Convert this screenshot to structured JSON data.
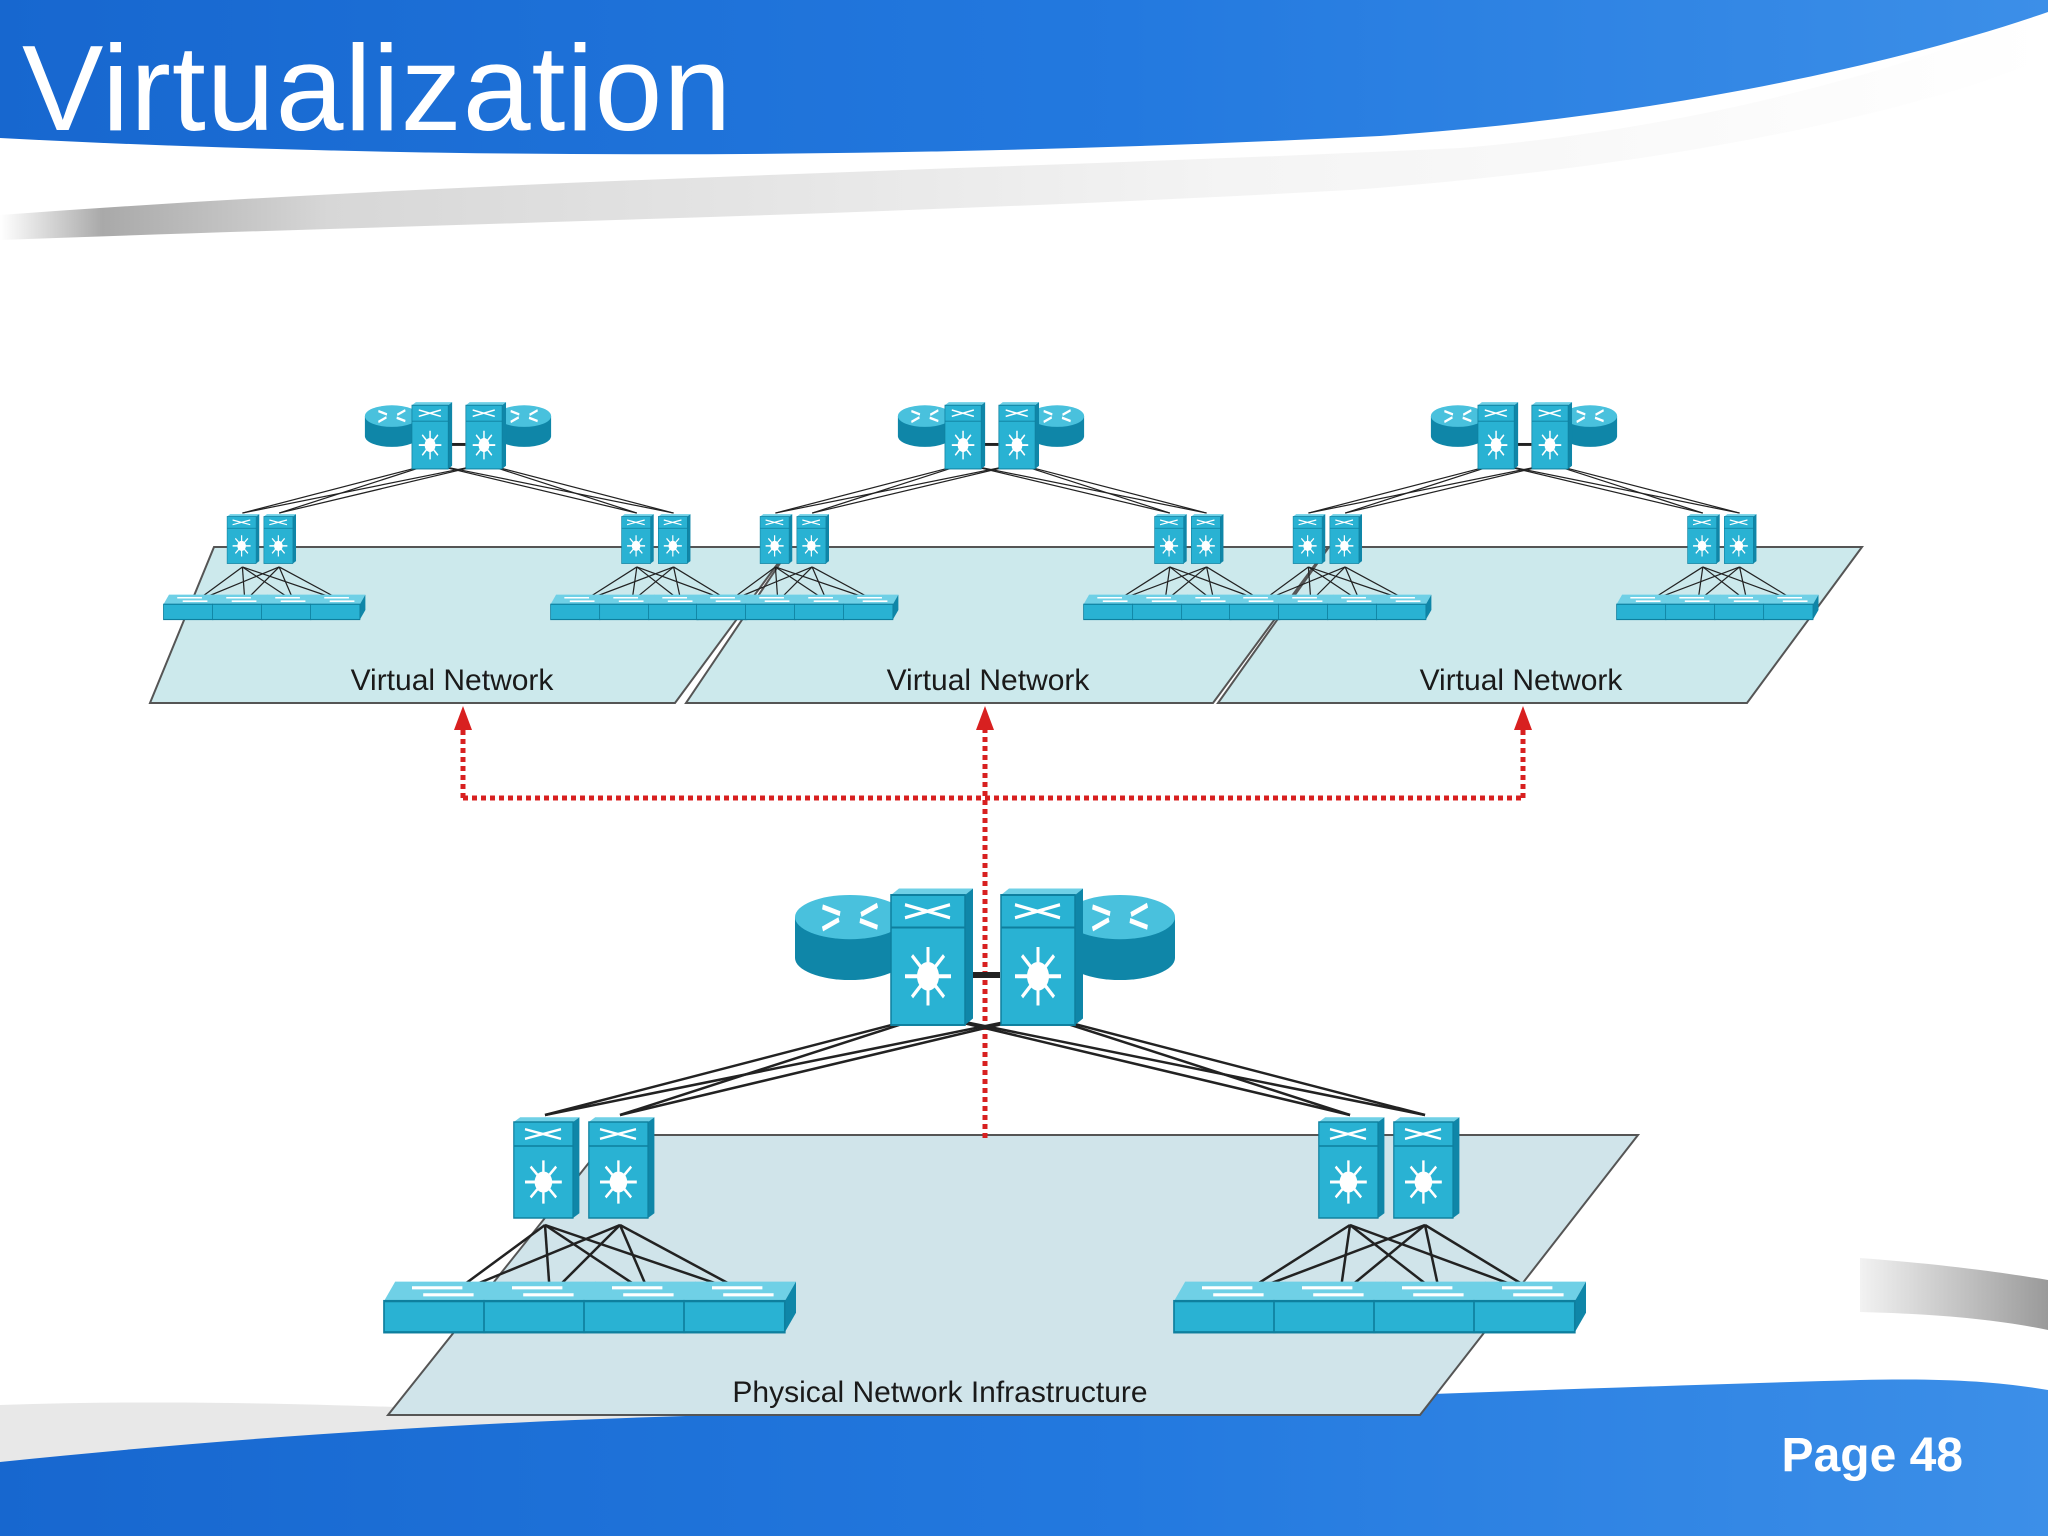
{
  "slide": {
    "title": "Virtualization",
    "page_number": "Page 48"
  },
  "diagram": {
    "virtual_networks": [
      {
        "label": "Virtual Network",
        "routers": 2,
        "core_switches": 2,
        "distribution_switches": 4,
        "access_switches": 8
      },
      {
        "label": "Virtual Network",
        "routers": 2,
        "core_switches": 2,
        "distribution_switches": 4,
        "access_switches": 8
      },
      {
        "label": "Virtual Network",
        "routers": 2,
        "core_switches": 2,
        "distribution_switches": 4,
        "access_switches": 8
      }
    ],
    "physical_network": {
      "label": "Physical Network Infrastructure",
      "routers": 2,
      "core_switches": 2,
      "distribution_switches": 4,
      "access_switches": 8
    },
    "icons": {
      "router": "router-icon",
      "multilayer_switch": "multilayer-switch-icon",
      "workgroup_switch": "workgroup-switch-icon"
    },
    "colors": {
      "device_face": "#29b2d3",
      "device_dark": "#0f86a8",
      "virtual_plane": "#cce9ec",
      "physical_plane": "#d0e4ea",
      "mapping_arrow": "#d82020",
      "header_blue": "#1f72d8"
    }
  }
}
